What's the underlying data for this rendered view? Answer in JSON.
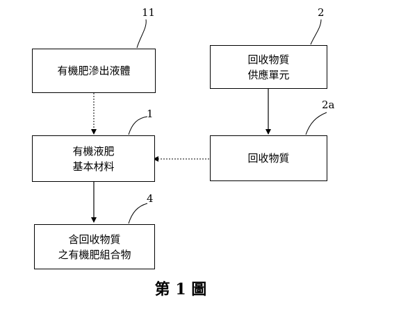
{
  "boxes": {
    "seepage": {
      "lines": [
        "有機肥滲出液體"
      ]
    },
    "recycled_supply": {
      "lines": [
        "回收物質",
        "供應單元"
      ]
    },
    "base_material": {
      "lines": [
        "有機液肥",
        "基本材料"
      ]
    },
    "recycled": {
      "lines": [
        "回收物質"
      ]
    },
    "composition": {
      "lines": [
        "含回收物質",
        "之有機肥組合物"
      ]
    }
  },
  "refs": {
    "seepage": "11",
    "recycled_supply": "2",
    "base_material": "1",
    "recycled": "2a",
    "composition": "4"
  },
  "caption": "第 1 圖"
}
